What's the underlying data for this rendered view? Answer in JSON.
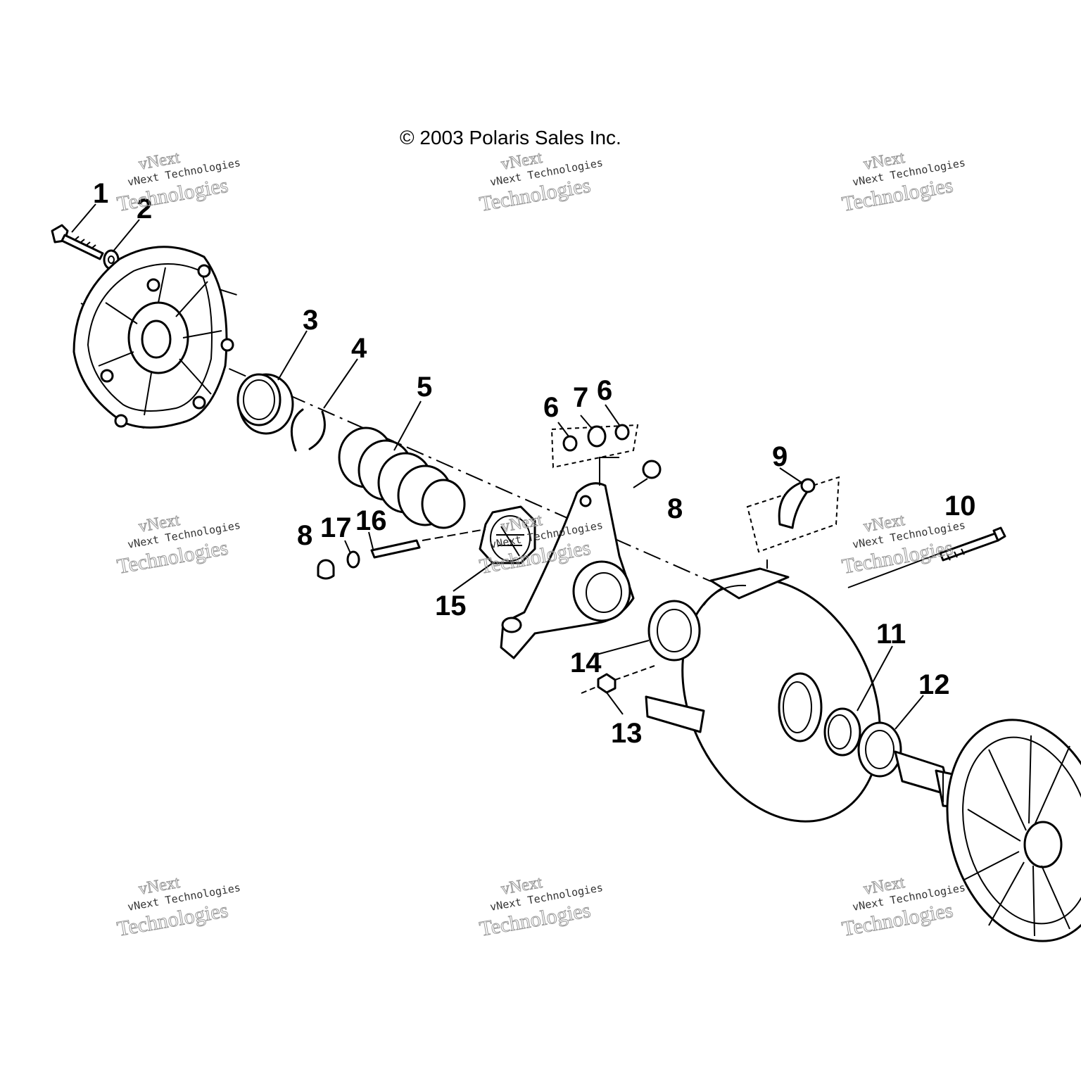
{
  "copyright": "© 2003 Polaris Sales Inc.",
  "watermark": {
    "line1": "vNext",
    "line2": "vNext Technologies",
    "line3": "Technologies"
  },
  "callouts": {
    "c1": "1",
    "c2": "2",
    "c3": "3",
    "c4": "4",
    "c5": "5",
    "c6a": "6",
    "c7": "7",
    "c6b": "6",
    "c8a": "8",
    "c9": "9",
    "c10": "10",
    "c8b": "8",
    "c17": "17",
    "c16": "16",
    "c15": "15",
    "c14": "14",
    "c13": "13",
    "c11": "11",
    "c12": "12"
  }
}
